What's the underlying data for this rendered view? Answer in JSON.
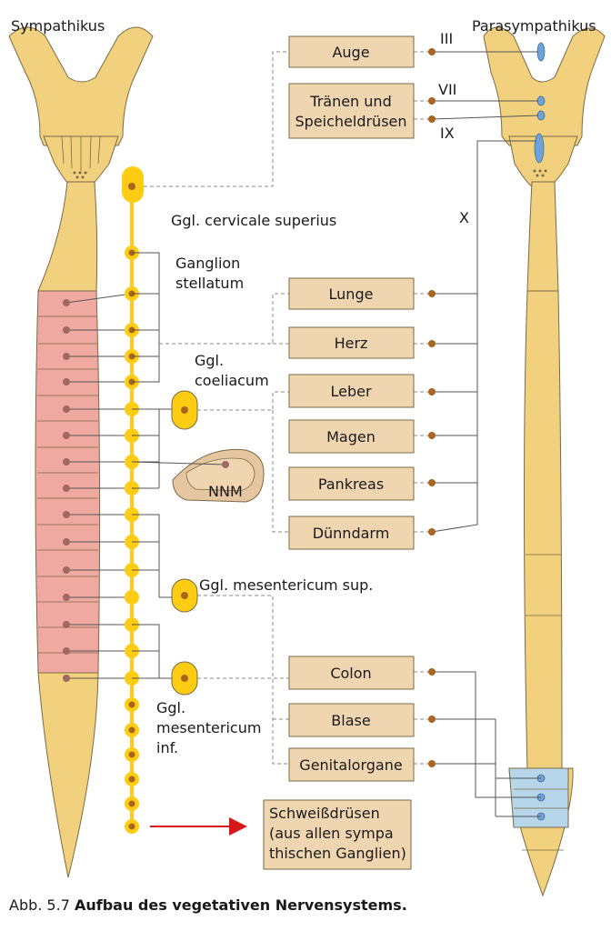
{
  "labels": {
    "sympathikus": "Sympathikus",
    "parasympathikus": "Parasympathikus",
    "ggl_cervicale": "Ggl. cervicale superius",
    "ganglion_stellatum_1": "Ganglion",
    "ganglion_stellatum_2": "stellatum",
    "ggl_coeliacum_1": "Ggl.",
    "ggl_coeliacum_2": "coeliacum",
    "nnm": "NNM",
    "ggl_mes_sup": "Ggl. mesentericum sup.",
    "ggl_mes_inf_1": "Ggl.",
    "ggl_mes_inf_2": "mesentericum",
    "ggl_mes_inf_3": "inf."
  },
  "cranial_nerves": {
    "n3": "III",
    "n7": "VII",
    "n9": "IX",
    "n10": "X"
  },
  "organs": {
    "auge": "Auge",
    "traenen_1": "Tränen und",
    "traenen_2": "Speicheldrüsen",
    "lunge": "Lunge",
    "herz": "Herz",
    "leber": "Leber",
    "magen": "Magen",
    "pankreas": "Pankreas",
    "duenndarm": "Dünndarm",
    "colon": "Colon",
    "blase": "Blase",
    "genitalorgane": "Genitalorgane"
  },
  "sweat": {
    "line1": "Schweißdrüsen",
    "line2": "(aus allen sympa",
    "line3": "thischen Ganglien)"
  },
  "caption": {
    "number": "Abb. 5.7",
    "title": "Aufbau des vegetativen Nervensystems."
  },
  "colors": {
    "cord": "#f2d17e",
    "cord_stroke": "#7a6a45",
    "thoracolumbar": "#f0a9a0",
    "sacral": "#b7d6ea",
    "ganglion": "#ffcc14",
    "dot": "#a8661d",
    "nucleus": "#6fa3d8",
    "organ_box": "#f0d6b0",
    "adrenal": "#e6c6a0",
    "arrow": "#d8171b"
  }
}
